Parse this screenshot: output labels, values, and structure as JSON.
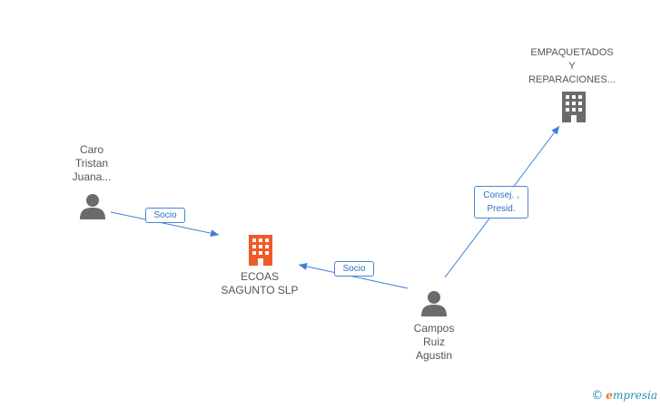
{
  "nodes": {
    "company_main": {
      "label_lines": [
        "ECOAS",
        "SAGUNTO SLP"
      ],
      "color": "#f05a28",
      "icon": "building-icon"
    },
    "company_other": {
      "label_lines": [
        "EMPAQUETADOS",
        "Y",
        "REPARACIONES..."
      ],
      "color": "#6b6b6b",
      "icon": "building-icon"
    },
    "person_caro": {
      "label_lines": [
        "Caro",
        "Tristan",
        "Juana..."
      ],
      "color": "#6b6b6b",
      "icon": "person-icon"
    },
    "person_campos": {
      "label_lines": [
        "Campos",
        "Ruiz",
        "Agustin"
      ],
      "color": "#6b6b6b",
      "icon": "person-icon"
    }
  },
  "edges": {
    "caro_to_ecoas": {
      "label_lines": [
        "Socio"
      ]
    },
    "campos_to_ecoas": {
      "label_lines": [
        "Socio"
      ]
    },
    "campos_to_empaquetados": {
      "label_lines": [
        "Consej. ,",
        "Presid."
      ]
    }
  },
  "colors": {
    "edge": "#3d7fd6"
  },
  "brand": {
    "copyright": "©",
    "e_letter": "e",
    "rest": "mpresia"
  }
}
